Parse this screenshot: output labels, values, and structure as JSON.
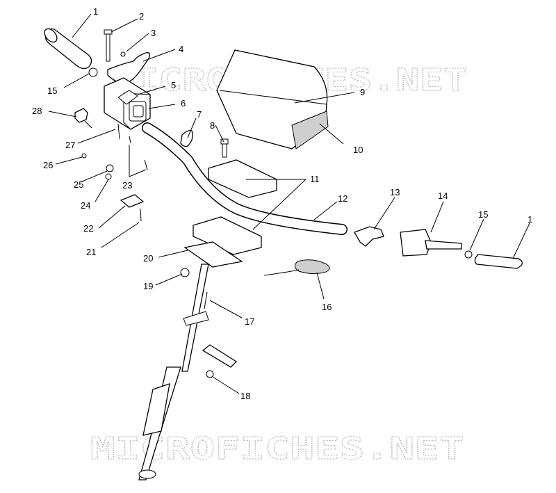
{
  "watermarks": [
    "MICROFICHES.NET",
    "MICROFICHES.NET"
  ],
  "callouts": [
    {
      "id": "1",
      "label": "1"
    },
    {
      "id": "2",
      "label": "2"
    },
    {
      "id": "3",
      "label": "3"
    },
    {
      "id": "4",
      "label": "4"
    },
    {
      "id": "15a",
      "label": "15"
    },
    {
      "id": "5",
      "label": "5"
    },
    {
      "id": "28",
      "label": "28"
    },
    {
      "id": "6",
      "label": "6"
    },
    {
      "id": "7",
      "label": "7"
    },
    {
      "id": "9",
      "label": "9"
    },
    {
      "id": "8",
      "label": "8"
    },
    {
      "id": "10",
      "label": "10"
    },
    {
      "id": "27",
      "label": "27"
    },
    {
      "id": "26",
      "label": "26"
    },
    {
      "id": "25",
      "label": "25"
    },
    {
      "id": "23",
      "label": "23"
    },
    {
      "id": "11",
      "label": "11"
    },
    {
      "id": "24",
      "label": "24"
    },
    {
      "id": "12",
      "label": "12"
    },
    {
      "id": "13",
      "label": "13"
    },
    {
      "id": "14",
      "label": "14"
    },
    {
      "id": "15b",
      "label": "15"
    },
    {
      "id": "1b",
      "label": "1"
    },
    {
      "id": "22",
      "label": "22"
    },
    {
      "id": "21",
      "label": "21"
    },
    {
      "id": "20",
      "label": "20"
    },
    {
      "id": "19",
      "label": "19"
    },
    {
      "id": "16",
      "label": "16"
    },
    {
      "id": "17",
      "label": "17"
    },
    {
      "id": "18",
      "label": "18"
    }
  ]
}
